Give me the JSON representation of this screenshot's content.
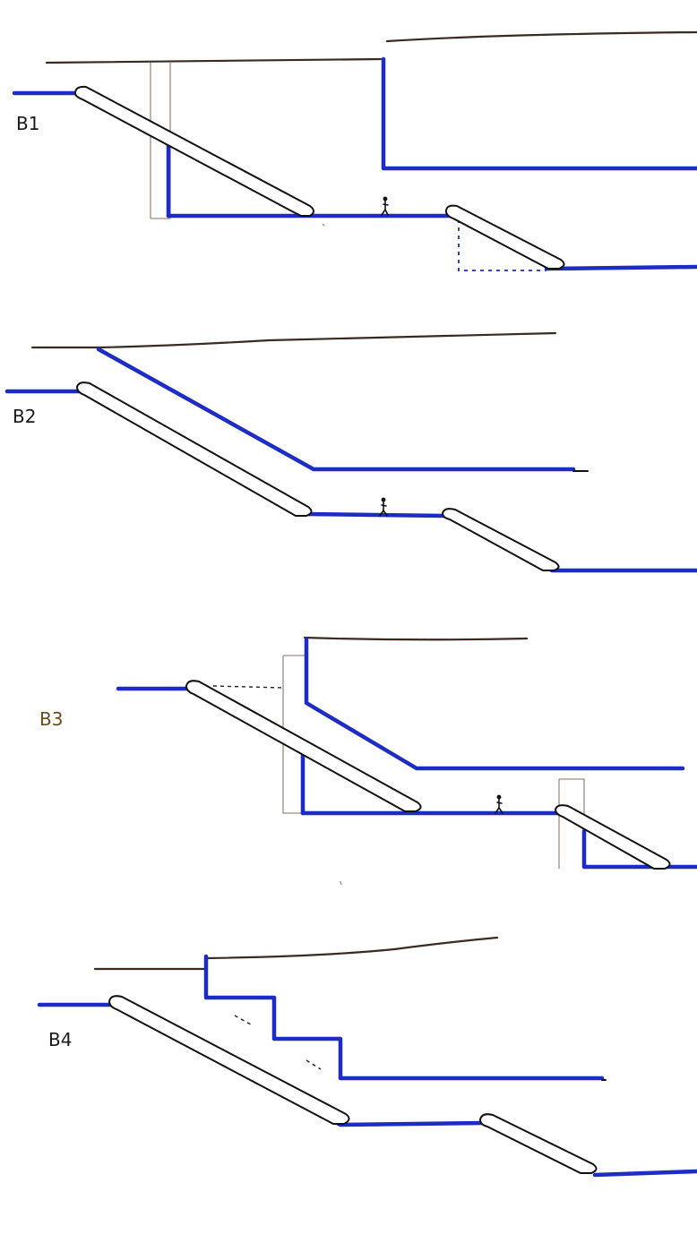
{
  "sections": [
    {
      "id": "b1",
      "label": "B1"
    },
    {
      "id": "b2",
      "label": "B2"
    },
    {
      "id": "b3",
      "label": "B3"
    },
    {
      "id": "b4",
      "label": "B4"
    }
  ],
  "colors": {
    "ink": "#111111",
    "brown_ink": "#3a2a20",
    "blue_marker": "#1d2cc4",
    "paper": "#ffffff"
  }
}
